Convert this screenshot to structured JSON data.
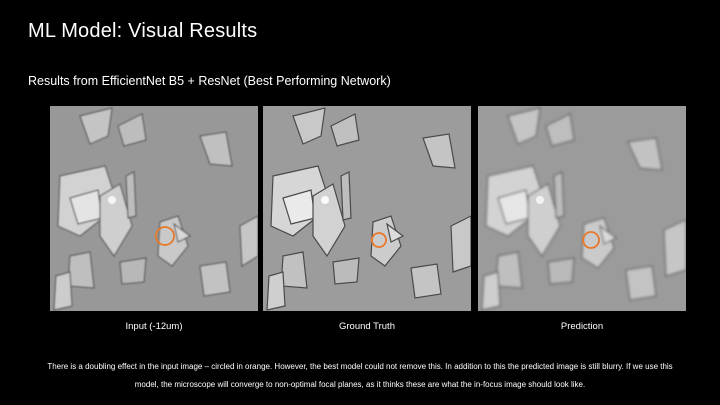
{
  "slide": {
    "title": "ML Model: Visual Results",
    "subtitle": "Results from EfficientNet B5 + ResNet (Best Performing Network)"
  },
  "panels": [
    {
      "label": "Input (-12um)",
      "image": "cell-microscopy-input-blurred",
      "marker": "orange-circle"
    },
    {
      "label": "Ground Truth",
      "image": "cell-microscopy-ground-truth",
      "marker": "orange-circle"
    },
    {
      "label": "Prediction",
      "image": "cell-microscopy-prediction",
      "marker": "orange-circle"
    }
  ],
  "note": "There is a doubling effect in the input image – circled in orange. However, the best model could not remove this. In addition to this the predicted image is still blurry. If we use this model, the microscope will converge to non-optimal focal planes, as it thinks these are what the in-focus image should look like.",
  "colors": {
    "background": "#000000",
    "text": "#ffffff",
    "marker": "#e8782a",
    "image_gray": "#9a9a9a"
  }
}
